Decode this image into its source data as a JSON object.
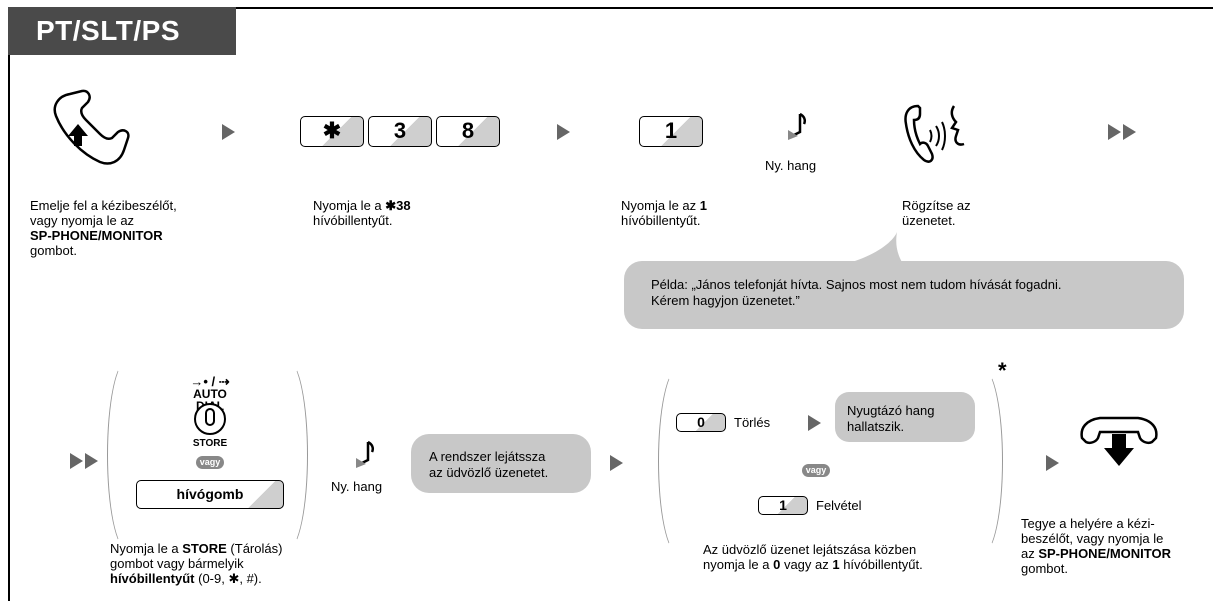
{
  "header": {
    "title": "PT/SLT/PS"
  },
  "steps": {
    "step1": {
      "line1": "Emelje fel a kézibeszélőt,",
      "line2": "vagy nyomja le az",
      "line3": "SP-PHONE/MONITOR",
      "line4": "gombot."
    },
    "step2": {
      "keys": [
        "✱",
        "3",
        "8"
      ],
      "line1_prefix": "Nyomja le a ",
      "line1_bold": "✱38",
      "line2": "hívóbillentyűt."
    },
    "step3": {
      "key": "1",
      "line1_prefix": "Nyomja le az ",
      "line1_bold": "1",
      "line2": "hívóbillentyűt."
    },
    "tone1": {
      "label": "Ny. hang"
    },
    "step4": {
      "line1": "Rögzítse az",
      "line2": "üzenetet."
    },
    "example": {
      "line1": "Példa: „János telefonját hívta. Sajnos most nem tudom hívását fogadni.",
      "line2": "Kérem hagyjon üzenetet.”"
    },
    "step5": {
      "auto_dial": "AUTO DIAL",
      "store": "STORE",
      "or": "vagy",
      "button": "hívógomb",
      "line1_prefix": "Nyomja le a ",
      "line1_bold": "STORE",
      "line1_suffix": " (Tárolás)",
      "line2": "gombot vagy bármelyik",
      "line3_bold": "hívóbillentyűt",
      "line3_suffix": " (0-9, ✱, #)."
    },
    "tone2": {
      "label": "Ny. hang"
    },
    "playback": {
      "line1": "A rendszer lejátssza",
      "line2": "az üdvözlő üzenetet."
    },
    "step6": {
      "key0": "0",
      "delete": "Törlés",
      "result_line1": "Nyugtázó hang",
      "result_line2": "hallatszik.",
      "or": "vagy",
      "key1": "1",
      "record": "Felvétel",
      "asterisk": "*",
      "line1": "Az üdvözlő üzenet lejátszása közben",
      "line2_prefix": "nyomja le a ",
      "line2_b1": "0",
      "line2_mid": " vagy az ",
      "line2_b2": "1",
      "line2_suffix": " hívóbillentyűt."
    },
    "step7": {
      "line1": "Tegye a helyére a kézi-",
      "line2": "beszélőt, vagy nyomja le",
      "line3_prefix": "az ",
      "line3_bold": "SP-PHONE/MONITOR",
      "line4": "gombot."
    }
  }
}
